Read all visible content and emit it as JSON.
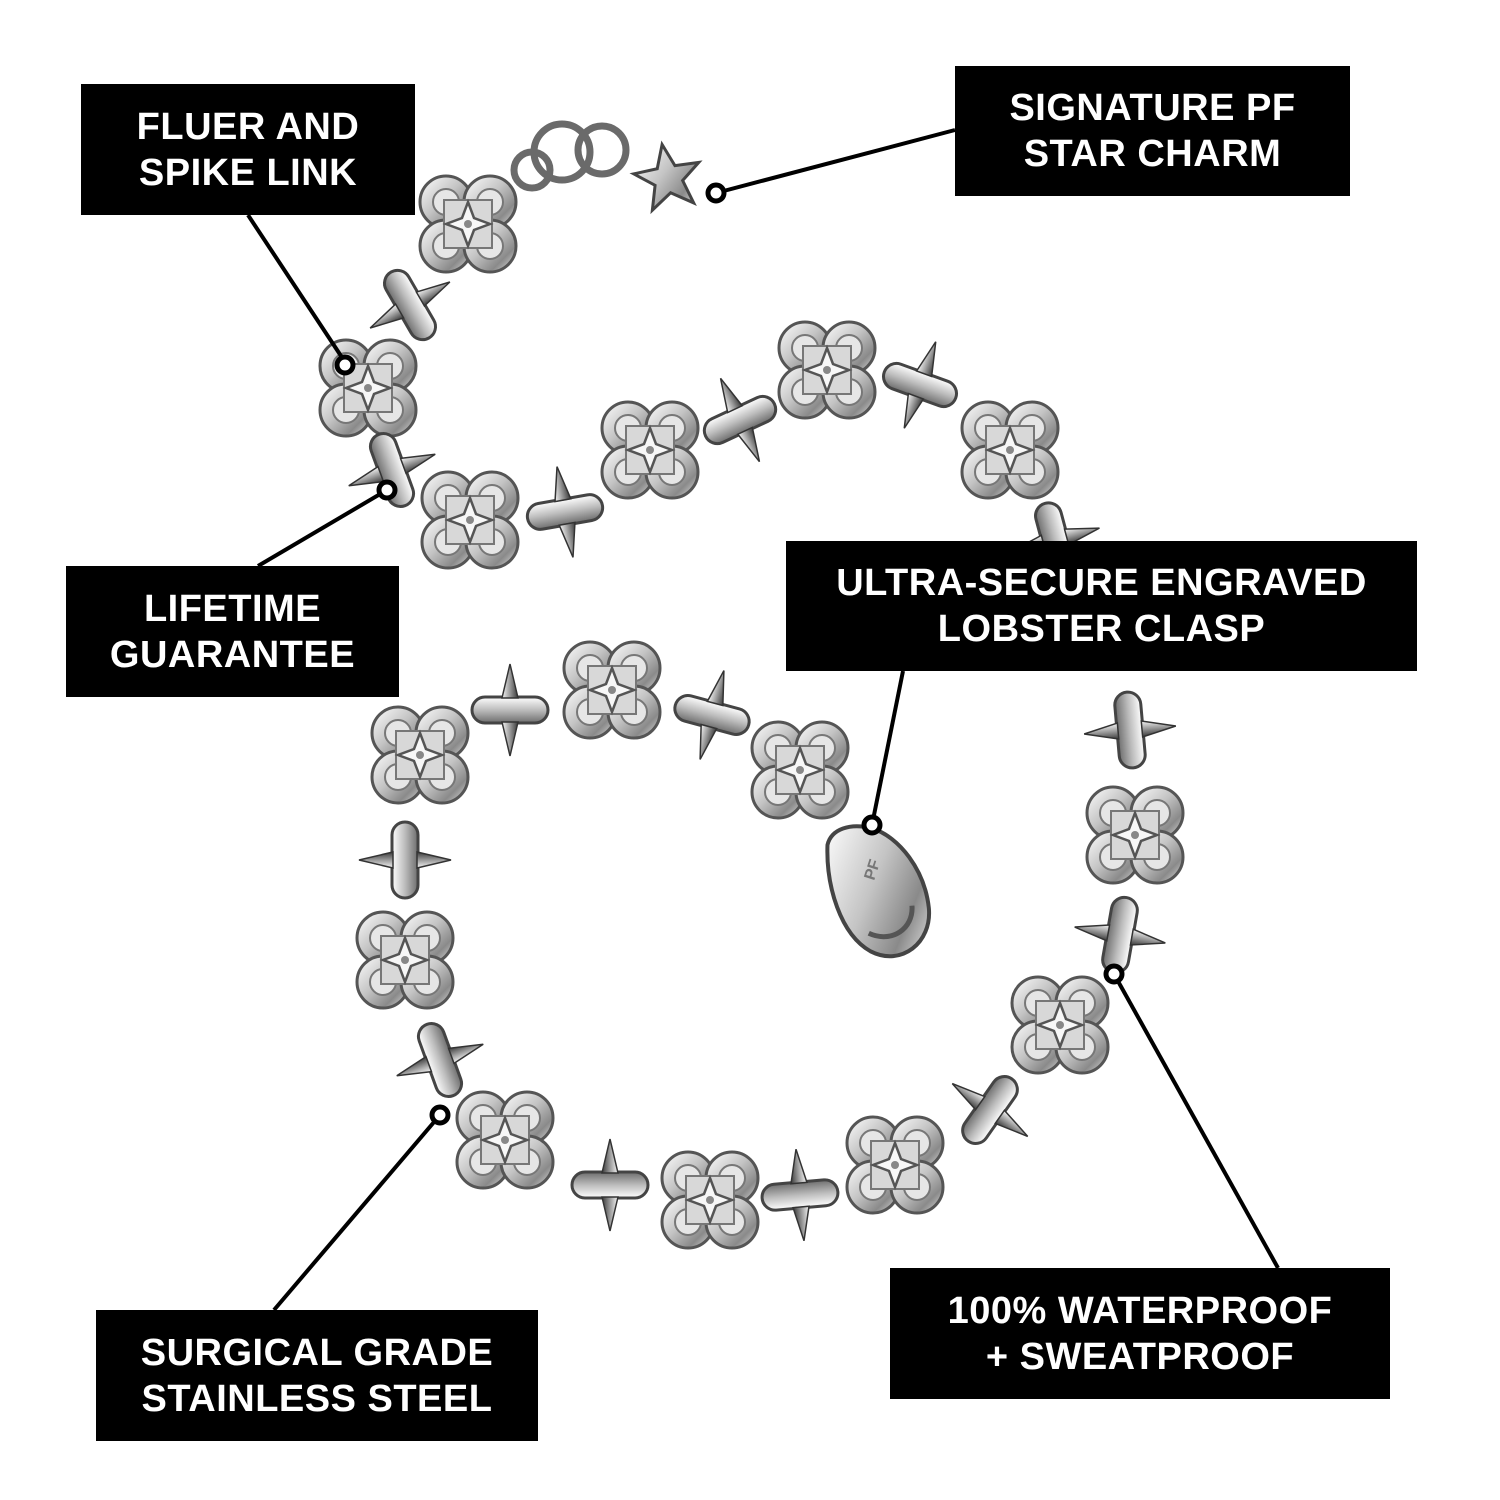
{
  "product": {
    "name": "fleur and spike link bracelet",
    "clasp_engraving": "PF"
  },
  "callouts": {
    "fleur_spike": {
      "line1": "FLUER AND",
      "line2": "SPIKE LINK"
    },
    "star_charm": {
      "line1": "SIGNATURE PF",
      "line2": "STAR CHARM"
    },
    "lifetime": {
      "line1": "LIFETIME",
      "line2": "GUARANTEE"
    },
    "clasp": {
      "line1": "ULTRA-SECURE ENGRAVED",
      "line2": "LOBSTER CLASP"
    },
    "steel": {
      "line1": "SURGICAL GRADE",
      "line2": "STAINLESS STEEL"
    },
    "waterproof": {
      "line1": "100% WATERPROOF",
      "line2": "+ SWEATPROOF"
    }
  },
  "colors": {
    "background": "#ffffff",
    "label_bg": "#000000",
    "label_text": "#ffffff",
    "metal_light": "#f2f2f2",
    "metal_mid": "#b8b8b8",
    "metal_dark": "#555555"
  },
  "icons": {
    "link": "fleur-de-lis-link",
    "spike": "spike-link",
    "charm": "star-charm",
    "clasp": "lobster-clasp"
  }
}
